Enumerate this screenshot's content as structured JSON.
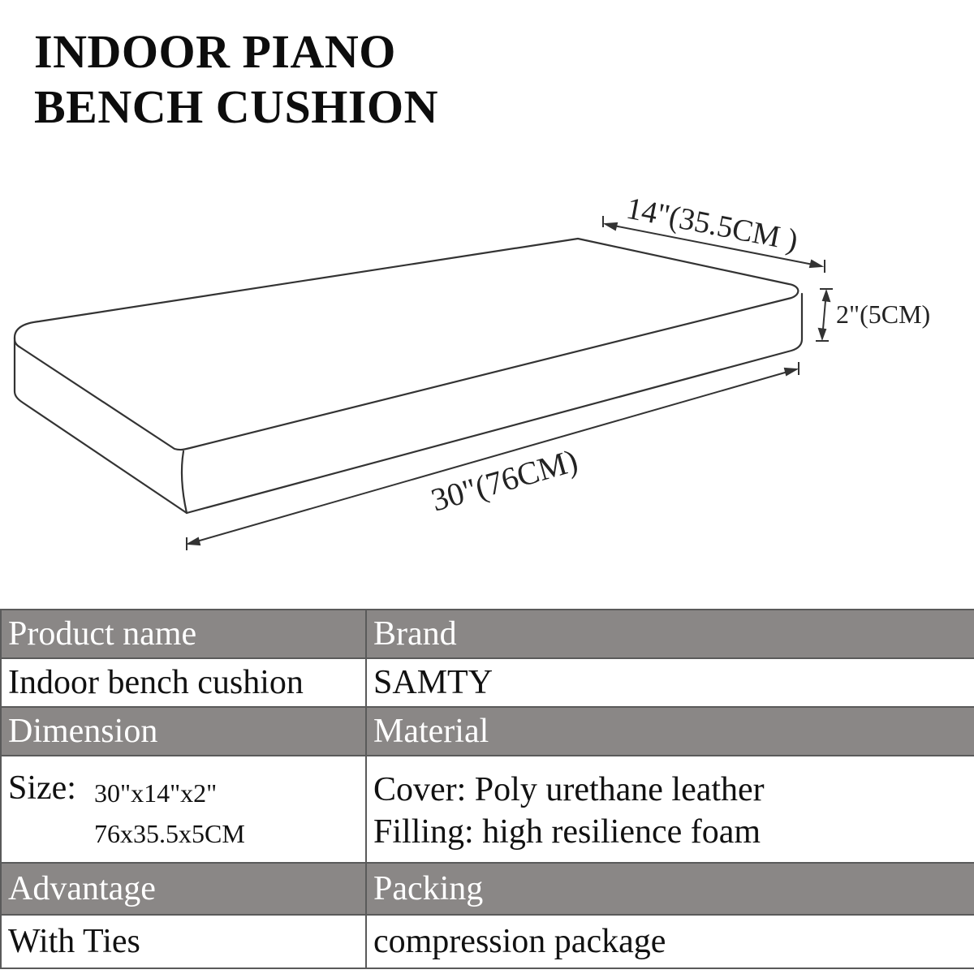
{
  "title": {
    "line1": "INDOOR PIANO",
    "line2": "BENCH CUSHION"
  },
  "dimensions": {
    "width_label": "14\"(35.5CM )",
    "height_label": "2\"(5CM)",
    "length_label": "30\"(76CM)"
  },
  "table": {
    "product_name_header": "Product name",
    "product_name_value": "Indoor bench cushion",
    "brand_header": "Brand",
    "brand_value": "SAMTY",
    "dimension_header": "Dimension",
    "size_label": "Size:",
    "size_inches": "30\"x14\"x2\"",
    "size_cm": "76x35.5x5CM",
    "material_header": "Material",
    "material_cover": "Cover: Poly urethane leather",
    "material_filling": "Filling: high resilience foam",
    "advantage_header": "Advantage",
    "advantage_value": "With Ties",
    "packing_header": "Packing",
    "packing_value": "compression package"
  },
  "colors": {
    "header_bg": "#8a8786",
    "header_text": "#ffffff",
    "border": "#5a5a5a"
  }
}
